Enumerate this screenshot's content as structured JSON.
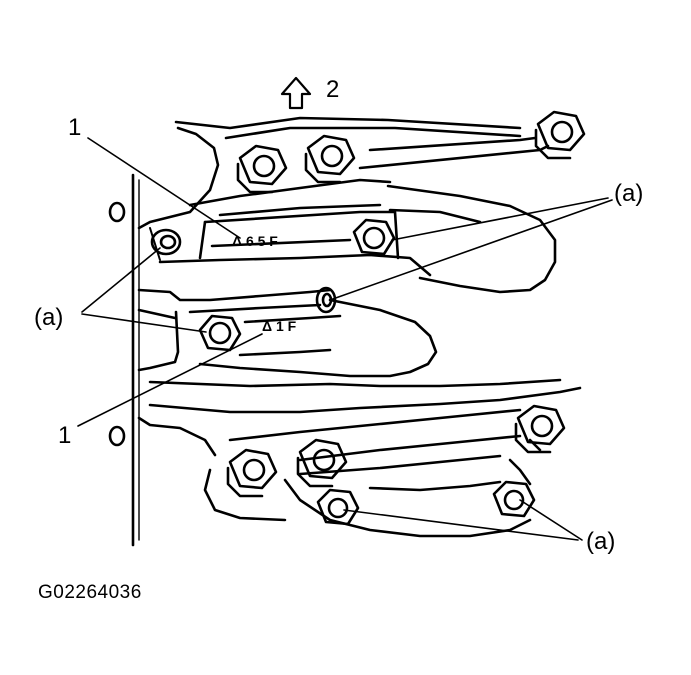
{
  "callouts": {
    "part_1_upper": "1",
    "part_1_lower": "1",
    "arrow_2": "2",
    "a_upper_right": "(a)",
    "a_left": "(a)",
    "a_lower_right": "(a)"
  },
  "cap_marks": {
    "upper": "Δ 6 5 F",
    "lower": "Δ 1 F"
  },
  "figure_code": "G02264036"
}
